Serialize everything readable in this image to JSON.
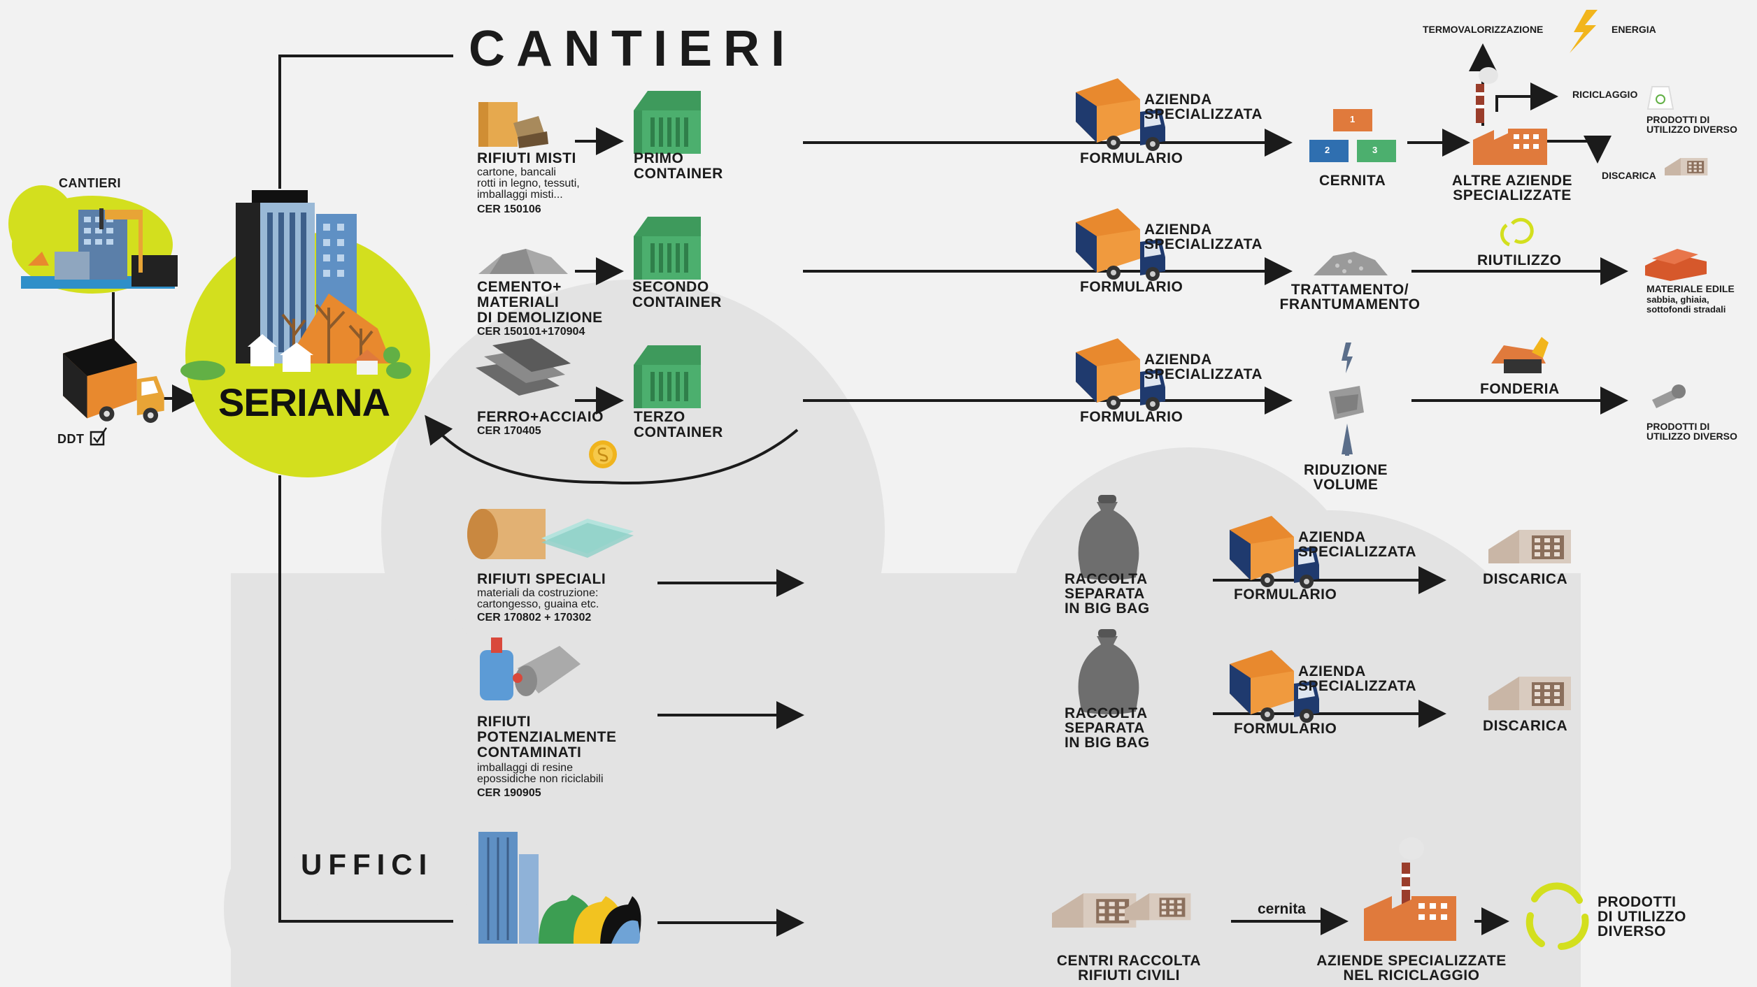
{
  "headers": {
    "cantieri": "CANTIERI",
    "uffici": "UFFICI"
  },
  "left": {
    "cantieri_label": "CANTIERI",
    "ddt_label": "DDT",
    "hub_label": "SERIANA"
  },
  "waste": {
    "misti": {
      "title": "RIFIUTI MISTI",
      "desc": [
        "cartone, bancali",
        "rotti in legno, tessuti,",
        "imballaggi misti..."
      ],
      "cer": "CER 150106"
    },
    "cemento": {
      "title": [
        "CEMENTO+",
        "MATERIALI",
        "DI DEMOLIZIONE"
      ],
      "cer": "CER 150101+170904"
    },
    "ferro": {
      "title": "FERRO+ACCIAIO",
      "cer": "CER 170405"
    },
    "speciali": {
      "title": "RIFIUTI SPECIALI",
      "desc": [
        "materiali da costruzione:",
        "cartongesso, guaina etc."
      ],
      "cer": "CER 170802 + 170302"
    },
    "contaminati": {
      "title": [
        "RIFIUTI",
        "POTENZIALMENTE",
        "CONTAMINATI"
      ],
      "desc": [
        "imballaggi di resine",
        "epossidiche non riciclabili"
      ],
      "cer": "CER 190905"
    }
  },
  "containers": {
    "primo": [
      "PRIMO",
      "CONTAINER"
    ],
    "secondo": [
      "SECONDO",
      "CONTAINER"
    ],
    "terzo": [
      "TERZO",
      "CONTAINER"
    ]
  },
  "flow": {
    "azienda": [
      "AZIENDA",
      "SPECIALIZZATA"
    ],
    "formulario": "FORMULARIO",
    "cernita": "CERNITA",
    "cernita_numbers": [
      "1",
      "2",
      "3"
    ],
    "altre_aziende": [
      "ALTRE AZIENDE",
      "SPECIALIZZATE"
    ],
    "termovalorizzazione": "TERMOVALORIZZAZIONE",
    "energia": "ENERGIA",
    "riciclaggio": "RICICLAGGIO",
    "prodotti_diverso": [
      "PRODOTTI DI",
      "UTILIZZO DIVERSO"
    ],
    "discarica_small": "DISCARICA",
    "trattamento": [
      "TRATTAMENTO/",
      "FRANTUMAMENTO"
    ],
    "riutilizzo": "RIUTILIZZO",
    "materiale_edile": "MATERIALE EDILE",
    "materiale_desc": [
      "sabbia, ghiaia,",
      "sottofondi stradali"
    ],
    "riduzione": [
      "RIDUZIONE",
      "VOLUME"
    ],
    "fonderia": "FONDERIA",
    "raccolta_big_bag": [
      "RACCOLTA",
      "SEPARATA",
      "IN BIG BAG"
    ],
    "discarica": "DISCARICA",
    "centri_raccolta": [
      "CENTRI RACCOLTA",
      "RIFIUTI CIVILI"
    ],
    "cernita_lower": "cernita",
    "aziende_riciclaggio": [
      "AZIENDE SPECIALIZZATE",
      "NEL RICICLAGGIO"
    ],
    "prodotti_finali": [
      "PRODOTTI",
      "DI UTILIZZO",
      "DIVERSO"
    ]
  },
  "colors": {
    "lime": "#d3df1e",
    "container_green": "#4caf6e",
    "truck_orange": "#e8892e",
    "truck_navy": "#1f3a6e",
    "arrow": "#1b1b1b",
    "cloud": "#e2e2e2",
    "sand": "#e6a94e",
    "brick": "#e07a3c"
  }
}
